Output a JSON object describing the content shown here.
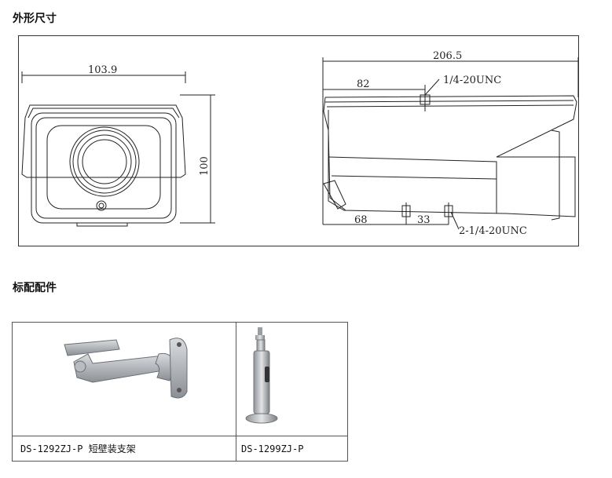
{
  "sections": {
    "dimensions_title": "外形尺寸",
    "accessories_title": "标配配件"
  },
  "drawing": {
    "front_width": "103.9",
    "height": "100",
    "side_length": "206.5",
    "top_offset": "82",
    "top_thread": "1/4-20UNC",
    "bottom_offset": "68",
    "bottom_spacing": "33",
    "bottom_thread": "2-1/4-20UNC"
  },
  "accessories": [
    {
      "caption": "DS-1292ZJ-P 短壁装支架"
    },
    {
      "caption": "DS-1299ZJ-P"
    }
  ]
}
